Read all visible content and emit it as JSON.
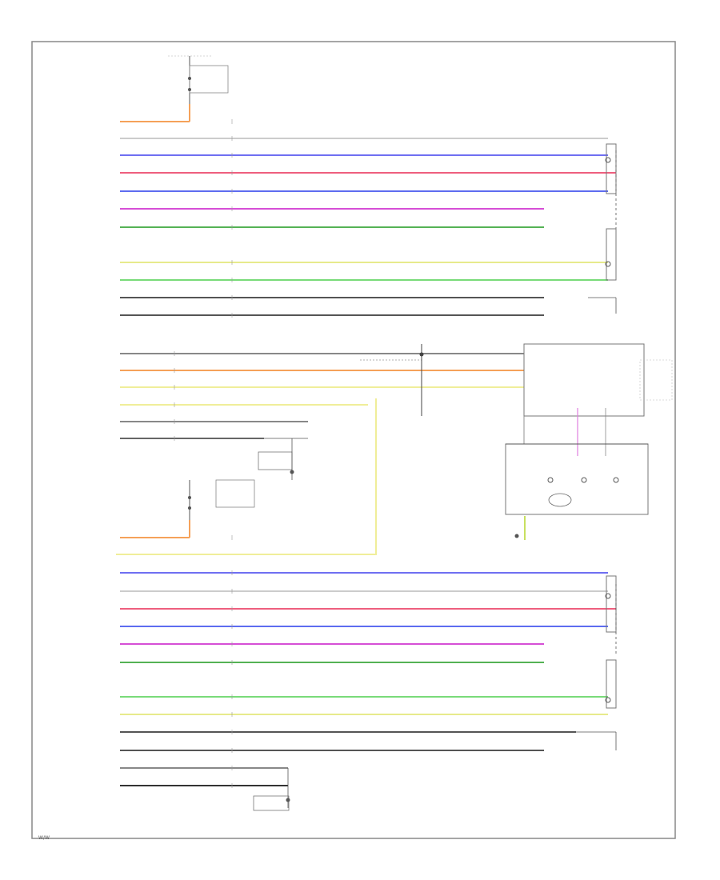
{
  "wires": {
    "top": [
      {
        "key": "pwr",
        "color": "#f5a25a"
      },
      {
        "key": "w1",
        "color": "#cccccc"
      },
      {
        "key": "w2",
        "color": "#6f6ff2"
      },
      {
        "key": "w3",
        "color": "#ee5f7e"
      },
      {
        "key": "w4",
        "color": "#5e6cf0"
      },
      {
        "key": "w5",
        "color": "#d64fd6"
      },
      {
        "key": "w6",
        "color": "#55b255"
      },
      {
        "key": "w7",
        "color": "#e7ea8c"
      },
      {
        "key": "w8",
        "color": "#79db79"
      },
      {
        "key": "w9",
        "color": "#555555"
      },
      {
        "key": "w10",
        "color": "#555555"
      }
    ],
    "middle": [
      {
        "key": "m1",
        "color": "#888888"
      },
      {
        "key": "m2",
        "color": "#f5a25a"
      },
      {
        "key": "m3",
        "color": "#f0ee9a"
      },
      {
        "key": "m4",
        "color": "#f0ee9a"
      },
      {
        "key": "m5",
        "color": "#888888"
      },
      {
        "key": "m6",
        "color": "#333333"
      }
    ],
    "bottom": [
      {
        "key": "b1",
        "color": "#f5a25a"
      },
      {
        "key": "b2",
        "color": "#f0ee9a"
      },
      {
        "key": "b3",
        "color": "#6f6ff2"
      },
      {
        "key": "b4",
        "color": "#cccccc"
      },
      {
        "key": "b5",
        "color": "#ee5f7e"
      },
      {
        "key": "b6",
        "color": "#5e6cf0"
      },
      {
        "key": "b7",
        "color": "#d64fd6"
      },
      {
        "key": "b8",
        "color": "#55b255"
      },
      {
        "key": "b9",
        "color": "#79db79"
      },
      {
        "key": "b10",
        "color": "#e7ea8c"
      },
      {
        "key": "b11",
        "color": "#555555"
      },
      {
        "key": "b12",
        "color": "#555555"
      },
      {
        "key": "b13",
        "color": "#888888"
      },
      {
        "key": "b14",
        "color": "#333333"
      }
    ],
    "fuse_link": "#e0c070",
    "violet_drop": "#e07ee0",
    "green_drop": "#c8e060"
  },
  "footer": {
    "code": "W/W"
  }
}
